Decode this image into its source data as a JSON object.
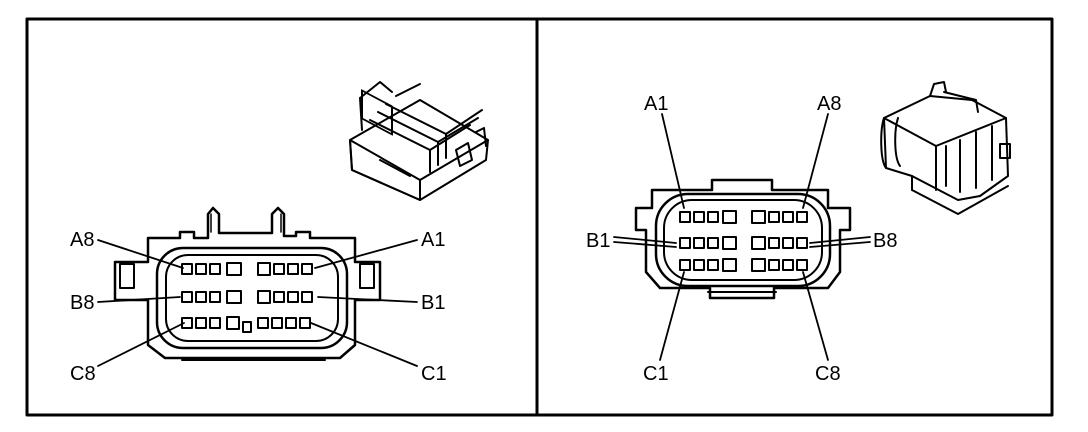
{
  "left_panel": {
    "labels": {
      "a8": "A8",
      "a1": "A1",
      "b8": "B8",
      "b1": "B1",
      "c8": "C8",
      "c1": "C1"
    }
  },
  "right_panel": {
    "labels": {
      "a1": "A1",
      "a8": "A8",
      "b1": "B1",
      "b8": "B8",
      "c1": "C1",
      "c8": "C8"
    }
  },
  "colors": {
    "ink": "#000000",
    "background": "#ffffff"
  }
}
